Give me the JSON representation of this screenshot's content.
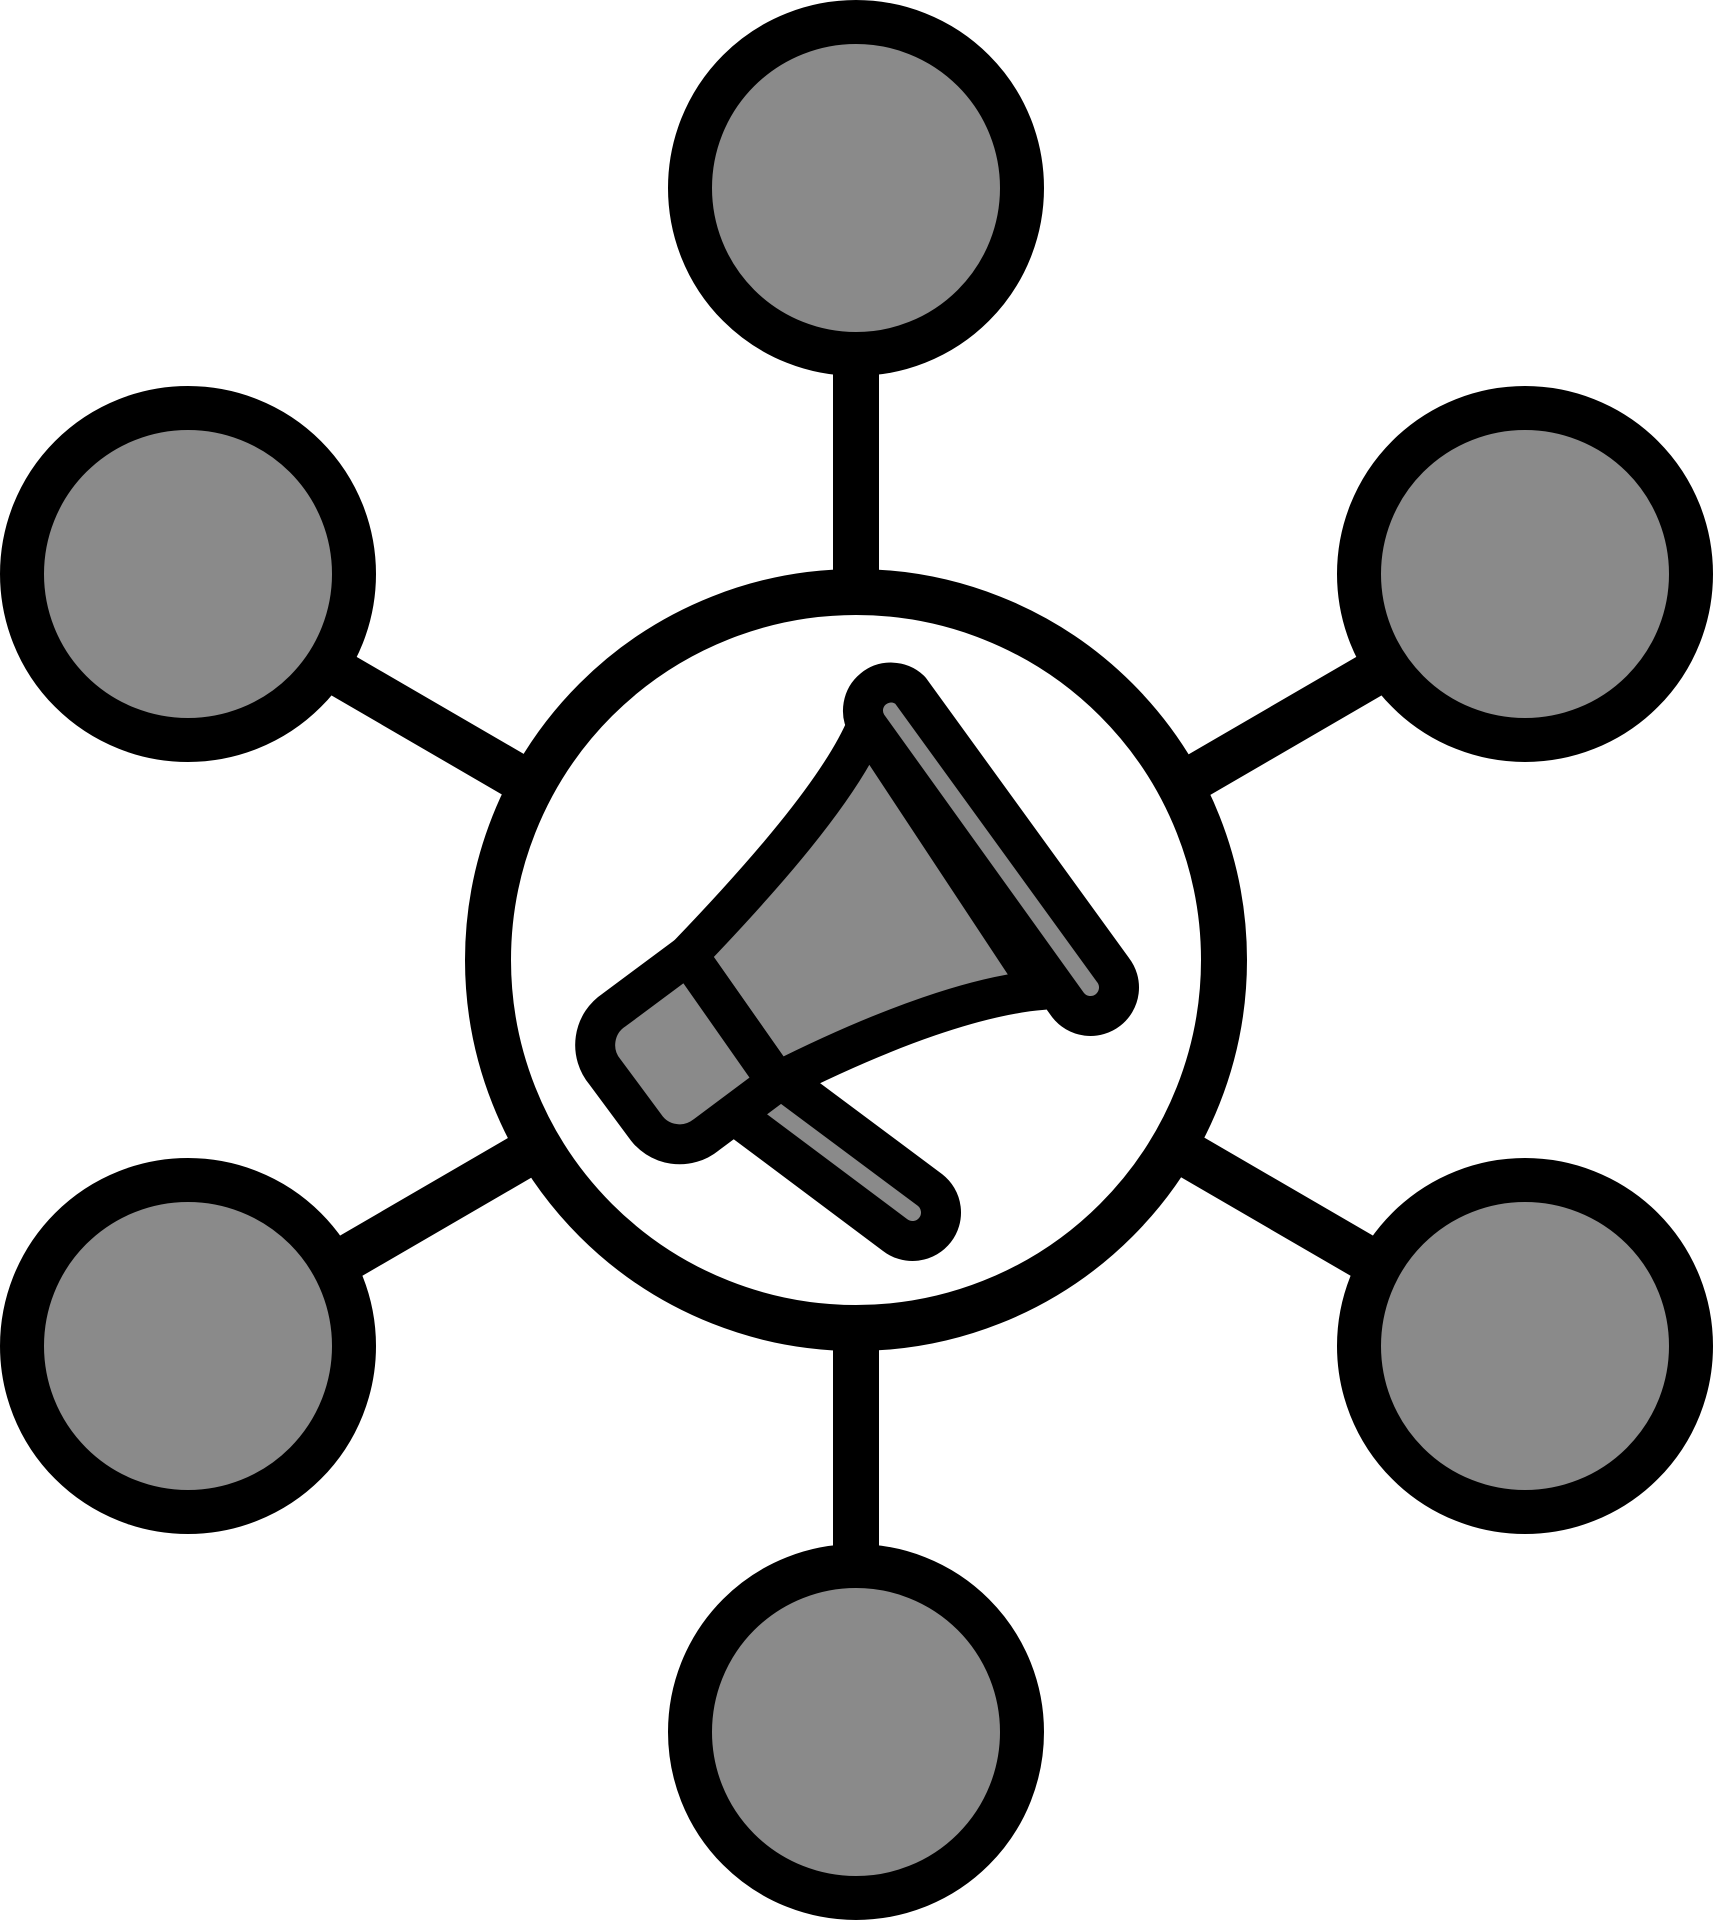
{
  "icon": {
    "name": "broadcast-network-icon",
    "center_symbol": "megaphone-icon",
    "satellite_nodes": [
      "top",
      "upper-right",
      "lower-right",
      "bottom",
      "lower-left",
      "upper-left"
    ]
  },
  "colors": {
    "outline": "#000000",
    "node_fill": "#8a8a8a",
    "hub_fill": "#ffffff",
    "background": "#ffffff"
  }
}
